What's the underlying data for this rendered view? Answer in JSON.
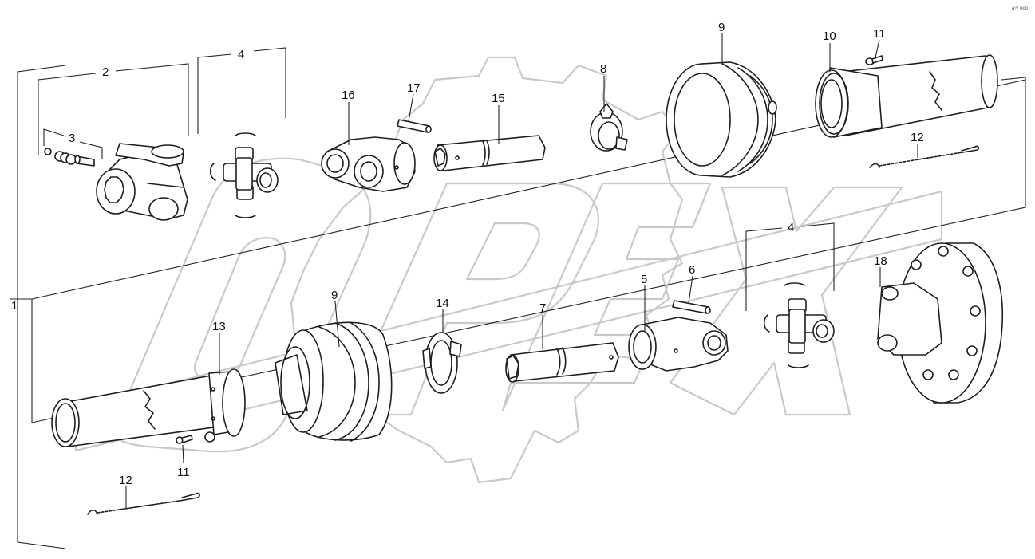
{
  "figure": {
    "watermark_text": "OPEX",
    "corner_code": "a⁹⁸ ooo",
    "callouts": {
      "c1": "1",
      "c2": "2",
      "c3": "3",
      "c4a": "4",
      "c4b": "4",
      "c5": "5",
      "c6": "6",
      "c7": "7",
      "c8": "8",
      "c9a": "9",
      "c9b": "9",
      "c10": "10",
      "c11a": "11",
      "c11b": "11",
      "c12a": "12",
      "c12b": "12",
      "c13": "13",
      "c14": "14",
      "c15": "15",
      "c16": "16",
      "c17": "17",
      "c18": "18"
    }
  }
}
